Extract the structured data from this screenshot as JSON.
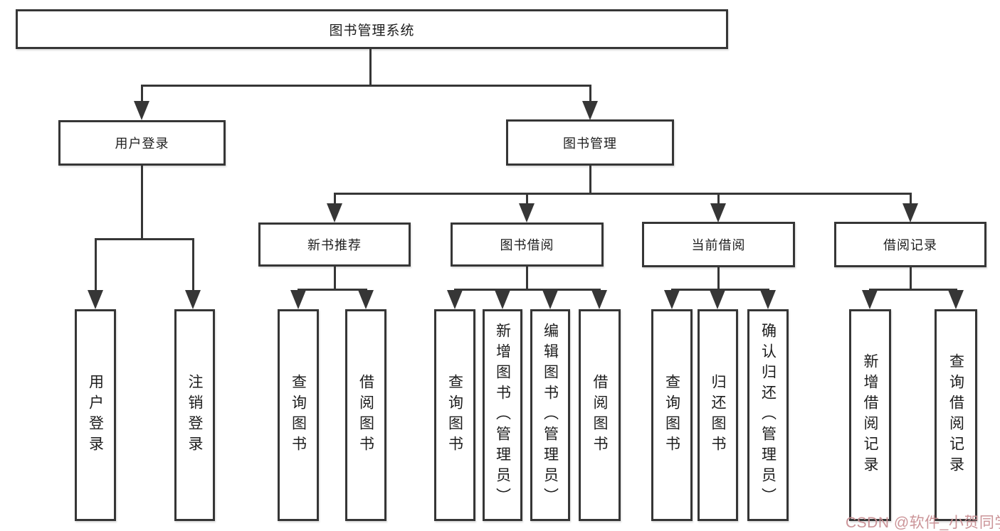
{
  "diagram_title": "图书管理系统",
  "tree": {
    "root": {
      "label": "图书管理系统"
    },
    "branches": [
      {
        "label": "用户登录",
        "children": [
          {
            "label": "用户登录"
          },
          {
            "label": "注销登录"
          }
        ]
      },
      {
        "label": "图书管理",
        "children": [
          {
            "label": "新书推荐",
            "children": [
              {
                "label": "查询图书"
              },
              {
                "label": "借阅图书"
              }
            ]
          },
          {
            "label": "图书借阅",
            "children": [
              {
                "label": "查询图书"
              },
              {
                "label": "新增图书（管理员）"
              },
              {
                "label": "编辑图书（管理员）"
              },
              {
                "label": "借阅图书"
              }
            ]
          },
          {
            "label": "当前借阅",
            "children": [
              {
                "label": "查询图书"
              },
              {
                "label": "归还图书"
              },
              {
                "label": "确认归还（管理员）"
              }
            ]
          },
          {
            "label": "借阅记录",
            "children": [
              {
                "label": "新增借阅记录"
              },
              {
                "label": "查询借阅记录"
              }
            ]
          }
        ]
      }
    ]
  },
  "watermark": {
    "text": "CSDN @软件_小贺同学",
    "color": "#c98f93"
  },
  "colors": {
    "line": "#363636",
    "box_border": "#363636",
    "text": "#1d1d1d",
    "background": "#ffffff"
  }
}
